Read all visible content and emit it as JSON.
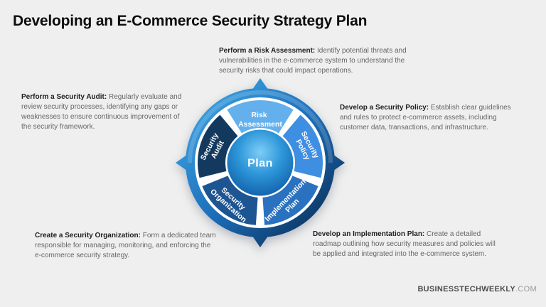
{
  "title": "Developing an E-Commerce Security Strategy Plan",
  "blocks": {
    "risk_assessment": {
      "lead": "Perform a Risk Assessment:",
      "body": "Identify potential threats and vulnerabilities in the e-commerce system to understand the security risks that could impact operations."
    },
    "security_audit": {
      "lead": "Perform a Security Audit:",
      "body": "Regularly evaluate and review security processes, identifying any gaps or weaknesses to ensure continuous improvement of the security framework."
    },
    "security_policy": {
      "lead": "Develop a Security Policy:",
      "body": "Establish clear guidelines and rules to protect e-commerce assets, including customer data, transactions, and infrastructure."
    },
    "security_organization": {
      "lead": "Create a Security Organization:",
      "body": "Form a dedicated team responsible for managing, monitoring, and enforcing the e-commerce security strategy."
    },
    "implementation_plan": {
      "lead": "Develop an Implementation Plan:",
      "body": "Create a detailed roadmap outlining how security measures and policies will be applied and integrated into the e-commerce system."
    }
  },
  "diagram": {
    "center_label": "Plan",
    "segments": [
      {
        "line1": "Risk",
        "line2": "Assessment",
        "color": "#64b0ec"
      },
      {
        "line1": "Security",
        "line2": "Policy",
        "color": "#3e8ee2"
      },
      {
        "line1": "Implementation",
        "line2": "Plan",
        "color": "#2a71bf"
      },
      {
        "line1": "Security",
        "line2": "Organization",
        "color": "#1d5492"
      },
      {
        "line1": "Security",
        "line2": "Audit",
        "color": "#133a5e"
      }
    ],
    "colors": {
      "background": "#efefef",
      "ring_light": "#3da4e3",
      "ring_mid": "#1d6fbb",
      "ring_dark": "#0a2c53",
      "sphere_top": "#7ecdf6",
      "sphere_mid": "#2d96d9",
      "sphere_edge": "#0d57a0",
      "title_text": "#0d0d0d",
      "body_text": "#666666"
    }
  },
  "footer": {
    "brand": "BUSINESSTECHWEEKLY",
    "suffix": ".COM"
  }
}
